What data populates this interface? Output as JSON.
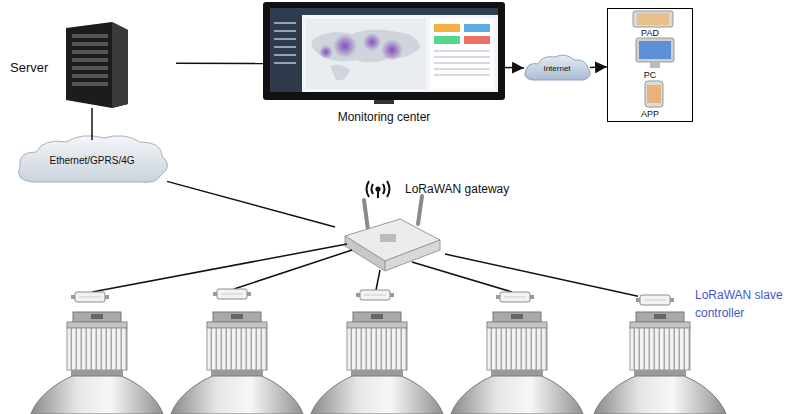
{
  "diagram": {
    "nodes": [
      {
        "text": [
          "Server"
        ]
      },
      {
        "text": [
          "Monitoring center"
        ]
      },
      {
        "text": [
          "Internet"
        ]
      },
      {
        "text": [
          "PAD",
          "PC",
          "APP"
        ]
      },
      {
        "text": [
          "Ethernet/GPRS/4G"
        ]
      },
      {
        "text": [
          "LoRaWAN gateway"
        ]
      },
      {
        "text": [
          "LoRaWAN slave controller"
        ]
      }
    ],
    "edges": [
      {
        "from": 0,
        "to": 1,
        "arrow": "none"
      },
      {
        "from": 1,
        "to": 2,
        "arrow": "to"
      },
      {
        "from": 2,
        "to": 3,
        "arrow": "to"
      },
      {
        "from": 0,
        "to": 4,
        "arrow": "none"
      },
      {
        "from": 4,
        "to": 5,
        "arrow": "none"
      },
      {
        "from": 5,
        "to": 6,
        "arrow": "none"
      }
    ]
  }
}
